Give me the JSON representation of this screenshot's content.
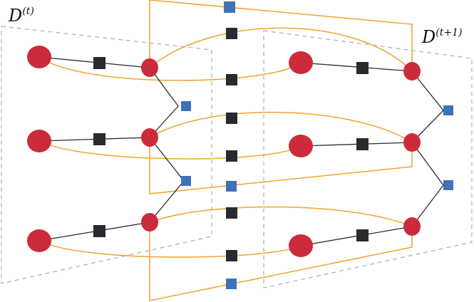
{
  "labels": {
    "left_plane": "D",
    "left_plane_sup": "(t)",
    "right_plane": "D",
    "right_plane_sup": "(t+1)"
  },
  "colors": {
    "variable_node": "#cc2b3b",
    "dark_factor": "#272b30",
    "blue_factor": "#3f72b8",
    "orange_edge": "#f2a230",
    "black_edge": "#2b2b2b",
    "plane_border": "#b3b3b3"
  }
}
